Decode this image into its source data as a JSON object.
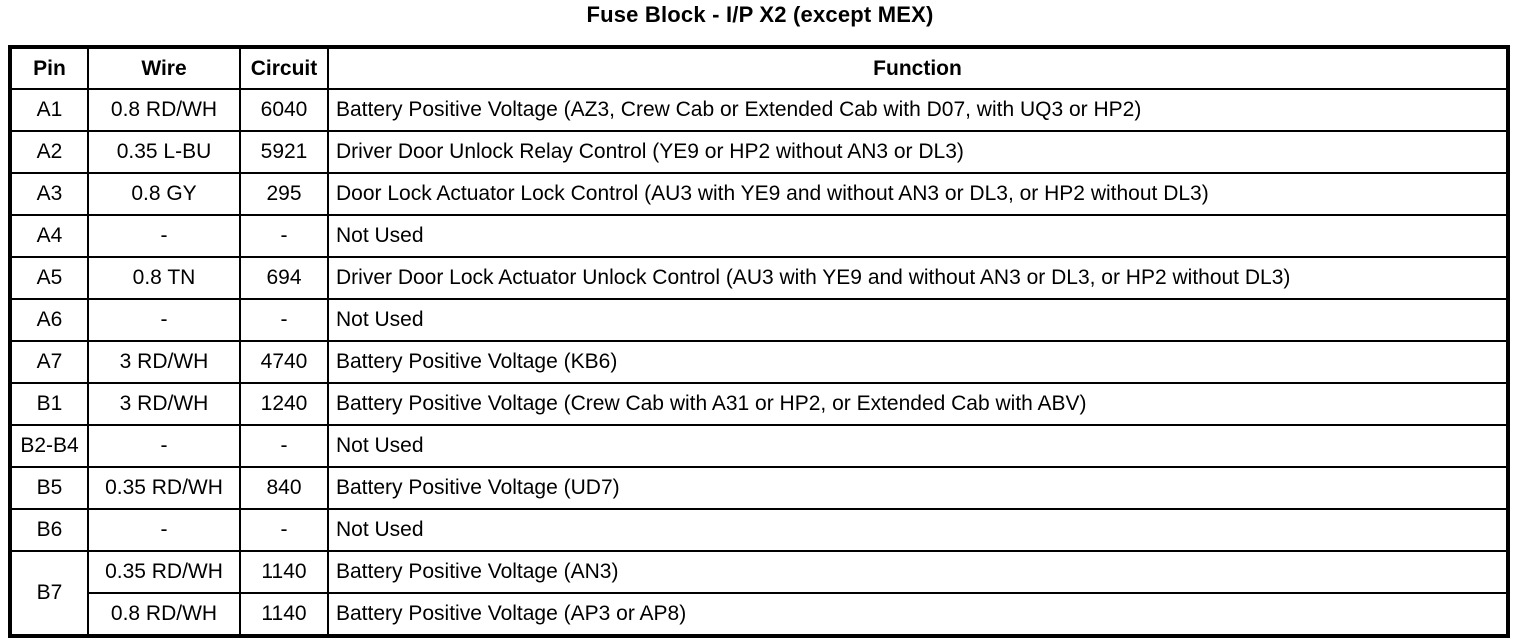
{
  "title": "Fuse Block - I/P X2 (except MEX)",
  "table": {
    "headers": [
      "Pin",
      "Wire",
      "Circuit",
      "Function"
    ],
    "rows": [
      {
        "pin": "A1",
        "wire": "0.8 RD/WH",
        "circuit": "6040",
        "function": "Battery Positive Voltage (AZ3, Crew Cab or Extended Cab with D07, with UQ3 or HP2)"
      },
      {
        "pin": "A2",
        "wire": "0.35 L-BU",
        "circuit": "5921",
        "function": "Driver Door Unlock Relay Control (YE9 or HP2 without AN3 or DL3)"
      },
      {
        "pin": "A3",
        "wire": "0.8 GY",
        "circuit": "295",
        "function": "Door Lock Actuator Lock Control (AU3 with YE9 and without AN3 or DL3, or HP2 without DL3)"
      },
      {
        "pin": "A4",
        "wire": "-",
        "circuit": "-",
        "function": "Not Used"
      },
      {
        "pin": "A5",
        "wire": "0.8 TN",
        "circuit": "694",
        "function": "Driver Door Lock Actuator Unlock Control (AU3 with YE9 and without AN3 or DL3, or HP2 without DL3)"
      },
      {
        "pin": "A6",
        "wire": "-",
        "circuit": "-",
        "function": "Not Used"
      },
      {
        "pin": "A7",
        "wire": "3 RD/WH",
        "circuit": "4740",
        "function": "Battery Positive Voltage (KB6)"
      },
      {
        "pin": "B1",
        "wire": "3 RD/WH",
        "circuit": "1240",
        "function": "Battery Positive Voltage (Crew Cab with A31 or HP2, or Extended Cab with ABV)"
      },
      {
        "pin": "B2-B4",
        "wire": "-",
        "circuit": "-",
        "function": "Not Used"
      },
      {
        "pin": "B5",
        "wire": "0.35 RD/WH",
        "circuit": "840",
        "function": "Battery Positive Voltage (UD7)"
      },
      {
        "pin": "B6",
        "wire": "-",
        "circuit": "-",
        "function": "Not Used"
      },
      {
        "pin": "B7",
        "wire": "0.35 RD/WH",
        "circuit": "1140",
        "function": "Battery Positive Voltage (AN3)"
      },
      {
        "pin": null,
        "wire": "0.8 RD/WH",
        "circuit": "1140",
        "function": "Battery Positive Voltage (AP3 or AP8)"
      }
    ],
    "colors": {
      "border": "#000000",
      "text": "#000000",
      "background": "#ffffff"
    }
  }
}
